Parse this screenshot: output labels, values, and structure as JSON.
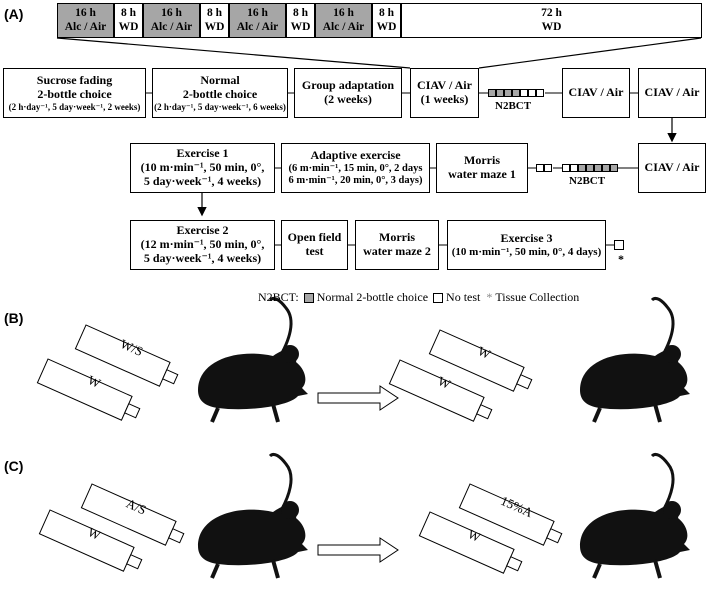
{
  "panel_labels": [
    "(A)",
    "(B)",
    "(C)"
  ],
  "cycle_row": [
    {
      "hours": "16 h",
      "cond": "Alc / Air",
      "fill": "gray"
    },
    {
      "hours": "8 h",
      "cond": "WD",
      "fill": "white"
    },
    {
      "hours": "16 h",
      "cond": "Alc / Air",
      "fill": "gray"
    },
    {
      "hours": "8 h",
      "cond": "WD",
      "fill": "white"
    },
    {
      "hours": "16 h",
      "cond": "Alc / Air",
      "fill": "gray"
    },
    {
      "hours": "8 h",
      "cond": "WD",
      "fill": "white"
    },
    {
      "hours": "16 h",
      "cond": "Alc / Air",
      "fill": "gray"
    },
    {
      "hours": "8 h",
      "cond": "WD",
      "fill": "white"
    },
    {
      "hours": "72 h",
      "cond": "WD",
      "fill": "white"
    }
  ],
  "row1": {
    "sucrose": {
      "title1": "Sucrose fading",
      "title2": "2-bottle choice",
      "sub": "(2 h·day⁻¹, 5 day·week⁻¹, 2 weeks)"
    },
    "normal": {
      "title1": "Normal",
      "title2": "2-bottle choice",
      "sub": "(2 h·day⁻¹, 5 day·week⁻¹, 6 weeks)"
    },
    "group": {
      "title1": "Group adaptation",
      "title2": "(2 weeks)"
    },
    "ciav1": {
      "title1": "CIAV / Air",
      "title2": "(1 weeks)"
    },
    "n2bct_label": "N2BCT",
    "ciav2": "CIAV / Air",
    "ciav3": "CIAV / Air",
    "cells": [
      "gray",
      "gray",
      "gray",
      "gray",
      "white",
      "white",
      "white"
    ]
  },
  "row2": {
    "ex1": {
      "title": "Exercise 1",
      "l1": "(10 m·min⁻¹, 50 min, 0°,",
      "l2": "5 day·week⁻¹, 4 weeks)"
    },
    "adaptive": {
      "title": "Adaptive exercise",
      "l1": "(6 m·min⁻¹, 15 min, 0°, 2 days",
      "l2": "6 m·min⁻¹, 20 min, 0°, 3 days)"
    },
    "morris1": {
      "l1": "Morris",
      "l2": "water maze 1"
    },
    "n2bct_label": "N2BCT",
    "ciav": "CIAV / Air",
    "cells_left": [
      "white",
      "white"
    ],
    "cells_right": [
      "white",
      "white",
      "gray",
      "gray",
      "gray",
      "gray",
      "gray"
    ]
  },
  "row3": {
    "ex2": {
      "title": "Exercise 2",
      "l1": "(12 m·min⁻¹, 50 min, 0°,",
      "l2": "5 day·week⁻¹, 4 weeks)"
    },
    "openfield": {
      "l1": "Open field",
      "l2": "test"
    },
    "morris2": {
      "l1": "Morris",
      "l2": "water maze 2"
    },
    "ex3": {
      "title": "Exercise 3",
      "l1": "(10 m·min⁻¹, 50 min, 0°, 4 days)"
    },
    "star": "*"
  },
  "legend": {
    "prefix": "N2BCT:",
    "gray": "Normal 2-bottle choice",
    "white": "No test",
    "star": "Tissue Collection"
  },
  "panel_b": {
    "left_top": "W/S",
    "left_bottom": "W",
    "right_top": "W",
    "right_bottom": "W"
  },
  "panel_c": {
    "left_top": "A/S",
    "left_bottom": "W",
    "right_top": "15%A",
    "right_bottom": "W"
  }
}
